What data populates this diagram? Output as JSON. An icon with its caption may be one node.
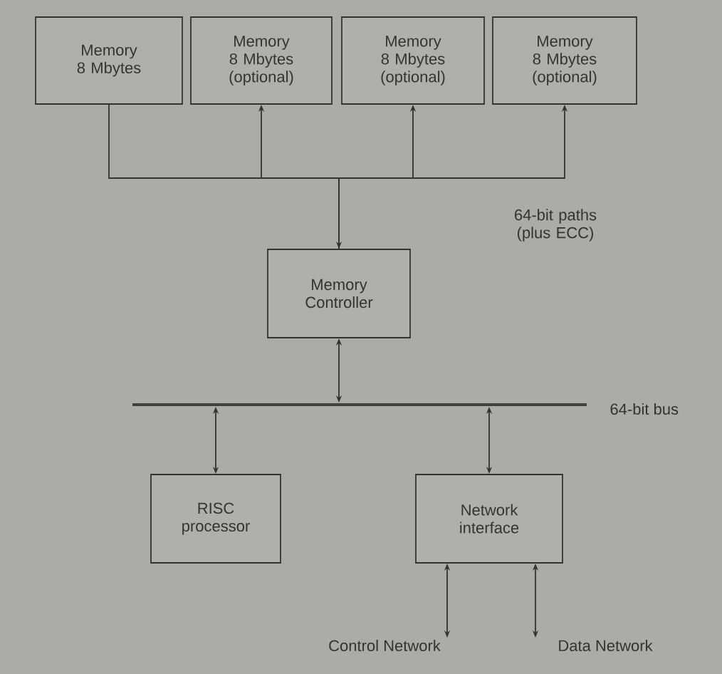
{
  "diagram": {
    "nodes": [
      {
        "text": [
          "Memory 8 Mbytes"
        ]
      },
      {
        "text": [
          "Memory 8 Mbytes (optional)"
        ]
      },
      {
        "text": [
          "Memory 8 Mbytes (optional)"
        ]
      },
      {
        "text": [
          "Memory 8 Mbytes (optional)"
        ]
      },
      {
        "text": [
          "Memory Controller"
        ]
      },
      {
        "text": [],
        "shape": "bar",
        "beside": [
          "64-bit bus"
        ]
      },
      {
        "text": [
          "RISC processor"
        ]
      },
      {
        "text": [
          "Network interface"
        ]
      },
      {
        "text": [
          "Control Network"
        ]
      },
      {
        "text": [
          "Data Network"
        ]
      }
    ],
    "edges": [
      {
        "from": 0,
        "to": 4,
        "arrow": "to"
      },
      {
        "from": 4,
        "to": 1,
        "arrow": "to"
      },
      {
        "from": 4,
        "to": 2,
        "arrow": "to"
      },
      {
        "from": 4,
        "to": 3,
        "arrow": "to"
      },
      {
        "from": 4,
        "to": 5,
        "arrow": "both"
      },
      {
        "from": 5,
        "to": 6,
        "arrow": "both"
      },
      {
        "from": 5,
        "to": 7,
        "arrow": "both"
      },
      {
        "from": 7,
        "to": 8,
        "arrow": "both"
      },
      {
        "from": 7,
        "to": 9,
        "arrow": "both"
      }
    ],
    "labels": [
      "64-bit paths (plus ECC)"
    ]
  }
}
